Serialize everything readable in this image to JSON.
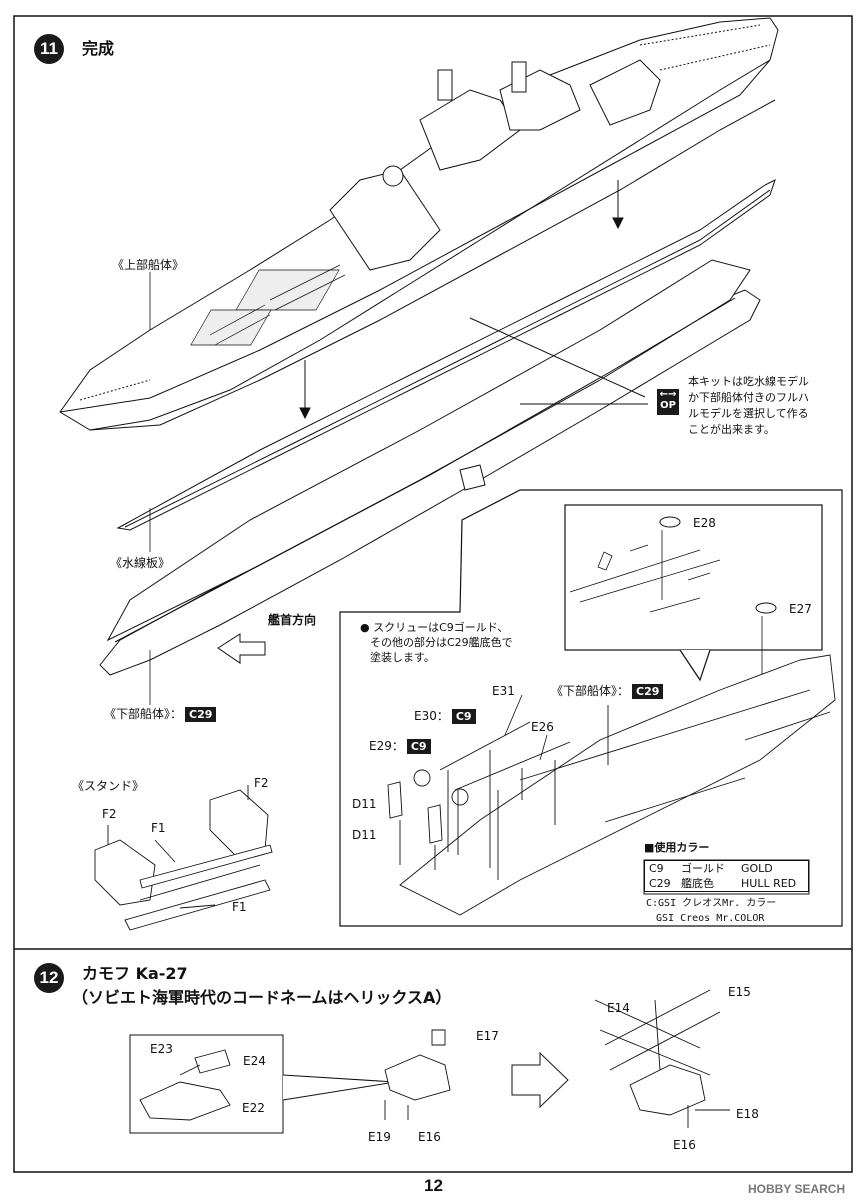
{
  "step11": {
    "number": "11",
    "title": "完成",
    "labels": {
      "upper_hull": "《上部船体》",
      "waterline_plate": "《水線板》",
      "lower_hull": "《下部船体》：",
      "lower_hull_detail": "《下部船体》：",
      "stand": "《スタンド》",
      "bow_direction": "艦首方向"
    },
    "color_tags": {
      "lower_hull": "C29",
      "lower_hull_detail": "C29",
      "e30": "C9",
      "e29": "C9"
    },
    "op_note": {
      "icon_top": "←→",
      "icon_bottom": "OP",
      "lines": [
        "本キットは吃水線モデル",
        "か下部船体付きのフルハ",
        "ルモデルを選択して作る",
        "ことが出来ます。"
      ]
    },
    "screw_note": {
      "lines": [
        "スクリューはC9ゴールド、",
        "その他の部分はC29艦底色で",
        "塗装します。"
      ]
    },
    "parts": {
      "e28": "E28",
      "e27": "E27",
      "e31": "E31",
      "e30": "E30：",
      "e26": "E26",
      "e29": "E29：",
      "d11a": "D11",
      "d11b": "D11",
      "f2a": "F2",
      "f2b": "F2",
      "f1a": "F1",
      "f1b": "F1"
    },
    "colors_used": {
      "title": "使用カラー",
      "rows": [
        {
          "code": "C9",
          "jp": "ゴールド",
          "en": "GOLD"
        },
        {
          "code": "C29",
          "jp": "艦底色",
          "en": "HULL RED"
        }
      ],
      "brand_jp": "C:GSI クレオスMr. カラー",
      "brand_en": "GSI Creos Mr.COLOR"
    }
  },
  "step12": {
    "number": "12",
    "title_line1": "カモフ Ka-27",
    "title_line2": "（ソビエト海軍時代のコードネームはヘリックスA）",
    "parts": {
      "e23": "E23",
      "e24": "E24",
      "e22": "E22",
      "e17": "E17",
      "e19": "E19",
      "e16a": "E16",
      "e14": "E14",
      "e15": "E15",
      "e18": "E18",
      "e16b": "E16"
    }
  },
  "footer": {
    "page_number": "12",
    "logo": "HOBBY SEARCH"
  },
  "colors": {
    "ink": "#111111",
    "tag_bg": "#1a1a1a"
  }
}
